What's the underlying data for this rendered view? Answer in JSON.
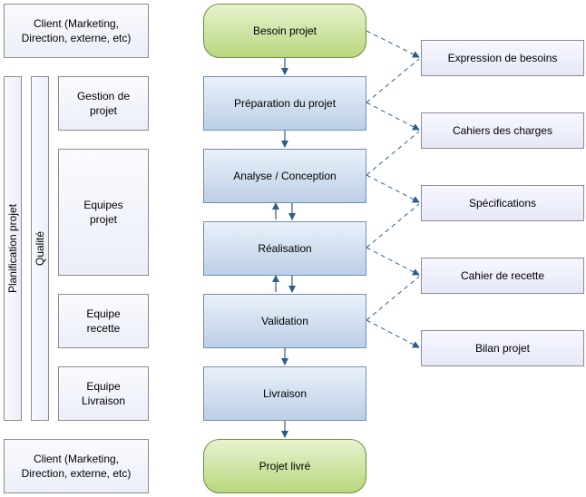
{
  "client_top": "Client (Marketing,\nDirection, externe, etc)",
  "client_bottom": "Client (Marketing,\nDirection, externe, etc)",
  "side_bars": {
    "planification": "Planification projet",
    "qualite": "Qualité"
  },
  "teams": {
    "gestion": "Gestion de\nprojet",
    "equipes": "Equipes\nprojet",
    "recette": "Equipe\nrecette",
    "livraison": "Equipe\nLivraison"
  },
  "steps": {
    "start": "Besoin projet",
    "preparation": "Préparation du projet",
    "analyse": "Analyse / Conception",
    "realisation": "Réalisation",
    "validation": "Validation",
    "livraison": "Livraison",
    "end": "Projet livré"
  },
  "deliverables": {
    "expression": "Expression de besoins",
    "cahiers": "Cahiers des charges",
    "specifications": "Spécifications",
    "cahier_recette": "Cahier de recette",
    "bilan": "Bilan projet"
  },
  "colors": {
    "connector": "#2f5d8a",
    "terminal_fill": "#b8d77e",
    "step_fill": "#bccfe6"
  }
}
